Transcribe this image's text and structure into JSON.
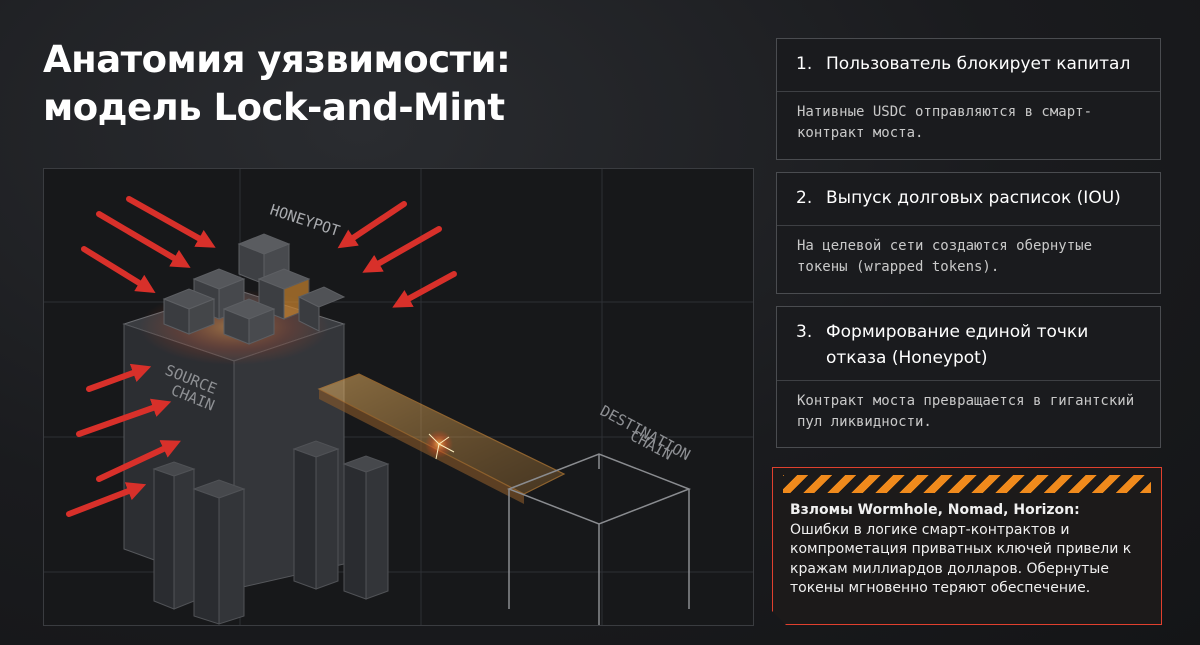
{
  "title": {
    "line1": "Анатомия уязвимости:",
    "line2": "модель Lock-and-Mint"
  },
  "illustration": {
    "honeypot_label": "HONEYPOT",
    "source_label_1": "SOURCE",
    "source_label_2": "CHAIN",
    "dest_label_1": "DESTINATION",
    "dest_label_2": "CHAIN",
    "arrow_color": "#d8302a",
    "glow_color": "#f0a040"
  },
  "steps": [
    {
      "number": "1.",
      "title": "Пользователь блокирует капитал",
      "body": "Нативные USDC отправляются в смарт-контракт моста."
    },
    {
      "number": "2.",
      "title": "Выпуск долговых расписок (IOU)",
      "body": "На целевой сети создаются обернутые токены (wrapped tokens)."
    },
    {
      "number": "3.",
      "title": "Формирование единой точки отказа (Honeypot)",
      "body": "Контракт моста превращается в гигантский пул ликвидности."
    }
  ],
  "alert": {
    "title": "Взломы Wormhole, Nomad, Horizon:",
    "body": "Ошибки в логике смарт-контрактов и компрометация приватных ключей привели к кражам миллиардов долларов. Обернутые токены мгновенно теряют обеспечение.",
    "border_color": "#e0402e",
    "stripe_color": "#f08a1c"
  }
}
